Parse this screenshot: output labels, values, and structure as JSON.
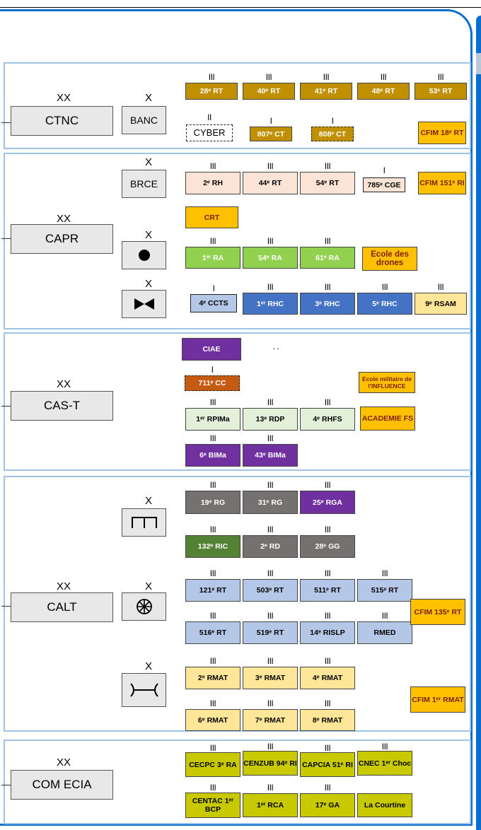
{
  "colors": {
    "frame": "#0a6ed1",
    "section_border": "#9ec3e6",
    "gold": "#c09000",
    "yellow": "#ffc000",
    "peach": "#fbe4d5",
    "green": "#92d050",
    "blue": "#4472c4",
    "lightblue": "#b4c7e7",
    "cream": "#ffe699",
    "purple": "#7030a0",
    "brown": "#c55a11",
    "palegreen": "#e2efd9",
    "grey": "#767171",
    "olive": "#c9c900"
  },
  "sections": {
    "ctnc": {
      "echelon": "XX",
      "label": "CTNC",
      "bde_echelon": "X",
      "bde_label": "BANC",
      "units": [
        {
          "ech": "III",
          "name": "28ᵉ RT"
        },
        {
          "ech": "III",
          "name": "40ᵉ RT"
        },
        {
          "ech": "III",
          "name": "41ᵉ RT"
        },
        {
          "ech": "III",
          "name": "48ᵉ RT"
        },
        {
          "ech": "III",
          "name": "53ᵉ RT"
        },
        {
          "ech": "II",
          "name": "CYBER"
        },
        {
          "ech": "I",
          "name": "807ᵉ CT"
        },
        {
          "ech": "I",
          "name": "808ᵉ CT"
        },
        {
          "ech": "",
          "name": "CFIM 18ᵉ RT"
        }
      ]
    },
    "capr": {
      "echelon": "XX",
      "label": "CAPR",
      "brce": {
        "ech": "X",
        "label": "BRCE"
      },
      "artillery_ech": "X",
      "aviation_ech": "X",
      "units": [
        {
          "ech": "III",
          "name": "2ᵉ RH"
        },
        {
          "ech": "III",
          "name": "44ᵉ RT"
        },
        {
          "ech": "III",
          "name": "54ᵉ RT"
        },
        {
          "ech": "I",
          "name": "785ᵉ CGE"
        },
        {
          "ech": "",
          "name": "CFIM 151ᵉ RI"
        },
        {
          "ech": "",
          "name": "CRT"
        },
        {
          "ech": "III",
          "name": "1ᵉʳ RA"
        },
        {
          "ech": "III",
          "name": "54ᵉ RA"
        },
        {
          "ech": "III",
          "name": "61ᵉ RA"
        },
        {
          "ech": "",
          "name": "Ecole des drones"
        },
        {
          "ech": "I",
          "name": "4ᵉ CCTS"
        },
        {
          "ech": "III",
          "name": "1ᵉʳ RHC"
        },
        {
          "ech": "III",
          "name": "3ᵉ RHC"
        },
        {
          "ech": "III",
          "name": "5ᵉ RHC"
        },
        {
          "ech": "III",
          "name": "9ᵉ RSAM"
        }
      ]
    },
    "cast": {
      "echelon": "XX",
      "label": "CAS-T",
      "dots": ". .",
      "units": [
        {
          "ech": "",
          "name": "CIAE"
        },
        {
          "ech": "I",
          "name": "711ᵉ CC"
        },
        {
          "ech": "",
          "name": "Ecole militaire de l'INFLUENCE"
        },
        {
          "ech": "III",
          "name": "1ᵉʳ RPIMa"
        },
        {
          "ech": "III",
          "name": "13ᵉ RDP"
        },
        {
          "ech": "III",
          "name": "4ᵉ RHFS"
        },
        {
          "ech": "",
          "name": "ACADEMIE FS"
        },
        {
          "ech": "III",
          "name": "6ᵉ BIMa"
        },
        {
          "ech": "III",
          "name": "43ᵉ BIMa"
        }
      ]
    },
    "calt": {
      "echelon": "XX",
      "label": "CALT",
      "engineer_ech": "X",
      "signal_ech": "X",
      "maint_ech": "X",
      "units": [
        {
          "ech": "III",
          "name": "19ᵉ RG"
        },
        {
          "ech": "III",
          "name": "31ᵉ RG"
        },
        {
          "ech": "III",
          "name": "25ᵉ RGA"
        },
        {
          "ech": "III",
          "name": "132ᵉ RIC"
        },
        {
          "ech": "III",
          "name": "2ᵉ RD"
        },
        {
          "ech": "III",
          "name": "28ᵉ GG"
        },
        {
          "ech": "III",
          "name": "121ᵉ RT"
        },
        {
          "ech": "III",
          "name": "503ᵉ RT"
        },
        {
          "ech": "III",
          "name": "511ᵉ RT"
        },
        {
          "ech": "III",
          "name": "515ᵉ RT"
        },
        {
          "ech": "III",
          "name": "516ᵉ RT"
        },
        {
          "ech": "III",
          "name": "519ᵉ RT"
        },
        {
          "ech": "III",
          "name": "14ᵉ RISLP"
        },
        {
          "ech": "III",
          "name": "RMED"
        },
        {
          "ech": "",
          "name": "CFIM 135ᵉ RT"
        },
        {
          "ech": "III",
          "name": "2ᵉ RMAT"
        },
        {
          "ech": "III",
          "name": "3ᵉ RMAT"
        },
        {
          "ech": "III",
          "name": "4ᵉ RMAT"
        },
        {
          "ech": "III",
          "name": "6ᵉ RMAT"
        },
        {
          "ech": "III",
          "name": "7ᵉ RMAT"
        },
        {
          "ech": "III",
          "name": "8ᵉ RMAT"
        },
        {
          "ech": "",
          "name": "CFIM 1ᵉʳ RMAT"
        }
      ]
    },
    "comecia": {
      "echelon": "XX",
      "label": "COM ECIA",
      "units": [
        {
          "ech": "III",
          "name": "CECPC 3ᵉ RA"
        },
        {
          "ech": "III",
          "name": "CENZUB 94ᵉ RI"
        },
        {
          "ech": "III",
          "name": "CAPCIA 51ᵉ RI"
        },
        {
          "ech": "III",
          "name": "CNEC 1ᵉʳ Choc"
        },
        {
          "ech": "III",
          "name": "CENTAC 1ᵉʳ BCP"
        },
        {
          "ech": "III",
          "name": "1ᵉʳ RCA"
        },
        {
          "ech": "III",
          "name": "17ᵉ GA"
        },
        {
          "ech": "",
          "name": "La Courtine"
        }
      ]
    }
  }
}
